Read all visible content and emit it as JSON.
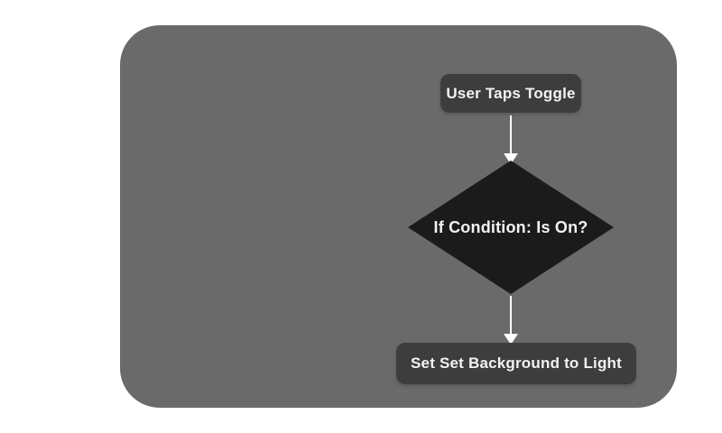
{
  "diagram": {
    "type": "flowchart",
    "nodes": {
      "start": {
        "label": "User Taps Toggle",
        "shape": "rounded-rect"
      },
      "decision": {
        "label": "If Condition: Is On?",
        "shape": "diamond"
      },
      "end": {
        "label": "Set Set Background to Light",
        "shape": "rounded-rect"
      }
    },
    "connectors": [
      {
        "from": "start",
        "to": "decision",
        "direction": "down",
        "style": "arrow"
      },
      {
        "from": "decision",
        "to": "end",
        "direction": "down",
        "style": "arrow"
      }
    ]
  },
  "colors": {
    "canvas": "#ffffff",
    "panel": "#6a6a6a",
    "process_node": "#3d3d3d",
    "decision_node": "#1b1b1b",
    "node_text": "#f2f2f2",
    "arrow": "#ffffff"
  }
}
